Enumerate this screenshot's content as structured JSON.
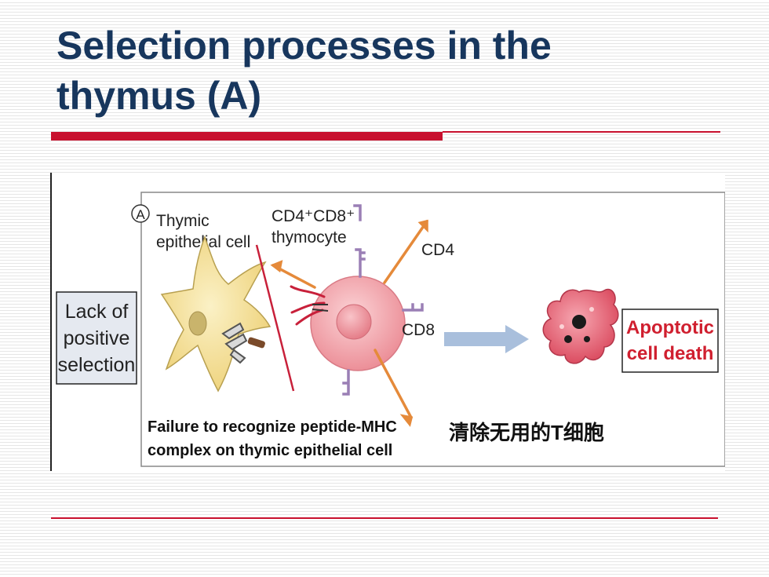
{
  "slide": {
    "title_line1": "Selection processes in the",
    "title_line2": "thymus (A)",
    "accent_color": "#c8102e",
    "title_color": "#17365d"
  },
  "figure": {
    "panel_letter": "A",
    "thymic_label_1": "Thymic",
    "thymic_label_2": "epithelial cell",
    "thymocyte_label_1": "CD4⁺CD8⁺",
    "thymocyte_label_2": "thymocyte",
    "cd4_label": "CD4",
    "cd8_label": "CD8",
    "left_box_1": "Lack of",
    "left_box_2": "positive",
    "left_box_3": "selection",
    "result_1": "Apoptotic",
    "result_2": "cell death",
    "caption_1": "Failure to recognize peptide-MHC",
    "caption_2": "complex on thymic epithelial cell",
    "note_zh": "清除无用的T细胞",
    "colors": {
      "epithelial": "#f3df8a",
      "thymocyte": "#f2a3ab",
      "cd4": "#e58a3a",
      "cd8": "#9a7fb5",
      "apoptotic": "#d9455a",
      "arrow": "#a9bfdc",
      "result_text": "#d01f2f"
    }
  }
}
